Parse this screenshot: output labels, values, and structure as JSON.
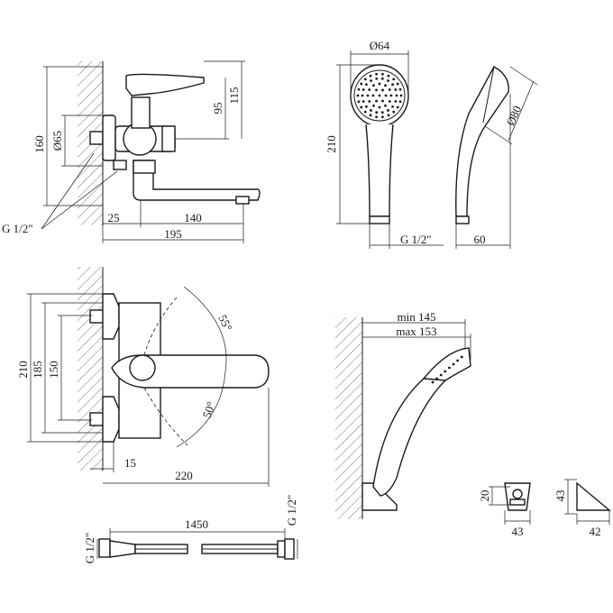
{
  "labels": {
    "top_left": {
      "d65": "Ø65",
      "h160": "160",
      "h95": "95",
      "h115": "115",
      "w25": "25",
      "w140": "140",
      "w195": "195",
      "thread": "G 1/2\""
    },
    "shower_front": {
      "d64": "Ø64",
      "h210": "210",
      "thread": "G 1/2\""
    },
    "shower_side": {
      "d80": "Ø80",
      "w60": "60"
    },
    "bottom_left": {
      "h210": "210",
      "h185": "185",
      "h150": "150",
      "angle55": "55°",
      "angle50": "50°",
      "w15": "15",
      "w220": "220"
    },
    "wall_holder": {
      "min": "min 145",
      "max": "max 153"
    },
    "bracket": {
      "h20": "20",
      "w43": "43",
      "h43": "43",
      "w42": "42"
    },
    "hose": {
      "length": "1450",
      "thread_left": "G 1/2\"",
      "thread_right": "G 1/2\""
    }
  }
}
